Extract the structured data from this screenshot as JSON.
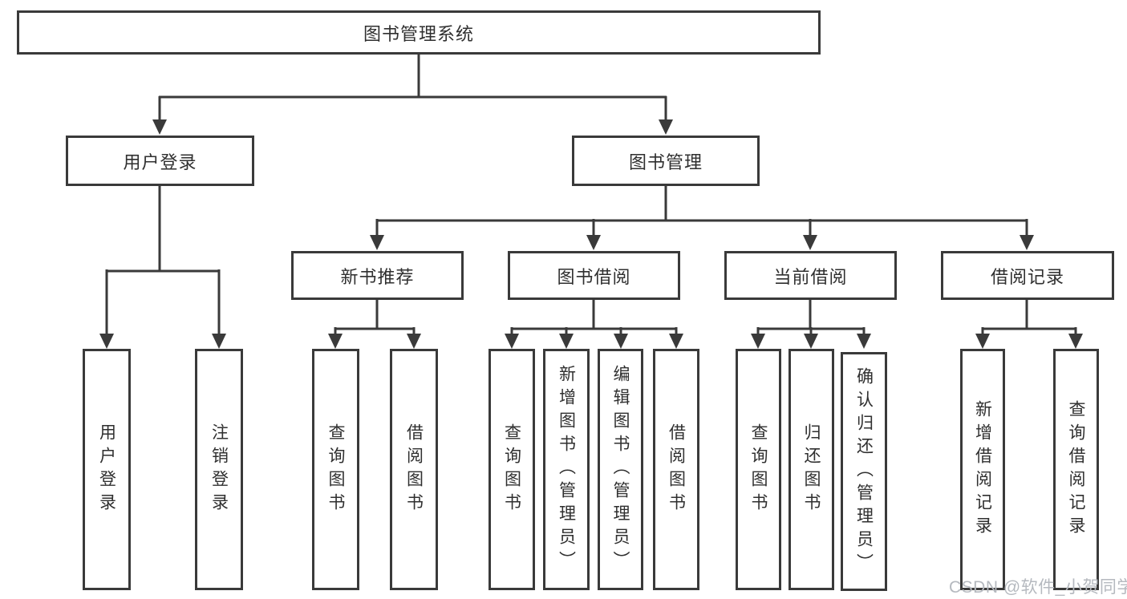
{
  "diagram": {
    "root": {
      "label": "图书管理系统"
    },
    "level2": [
      {
        "label": "用户登录"
      },
      {
        "label": "图书管理"
      }
    ],
    "level3": [
      {
        "label": "新书推荐"
      },
      {
        "label": "图书借阅"
      },
      {
        "label": "当前借阅"
      },
      {
        "label": "借阅记录"
      }
    ],
    "leaves": {
      "login": [
        "用户登录",
        "注销登录"
      ],
      "recommend": [
        "查询图书",
        "借阅图书"
      ],
      "borrow": [
        "查询图书",
        "新增图书（管理员）",
        "编辑图书（管理员）",
        "借阅图书"
      ],
      "current": [
        "查询图书",
        "归还图书",
        "确认归还（管理员）"
      ],
      "records": [
        "新增借阅记录",
        "查询借阅记录"
      ]
    },
    "watermark": "CSDN @软件_小贺同学",
    "colors": {
      "line": "#3a3a3a",
      "text": "#2f2f2f",
      "watermark": "#b5b9bf",
      "background": "#ffffff"
    }
  }
}
